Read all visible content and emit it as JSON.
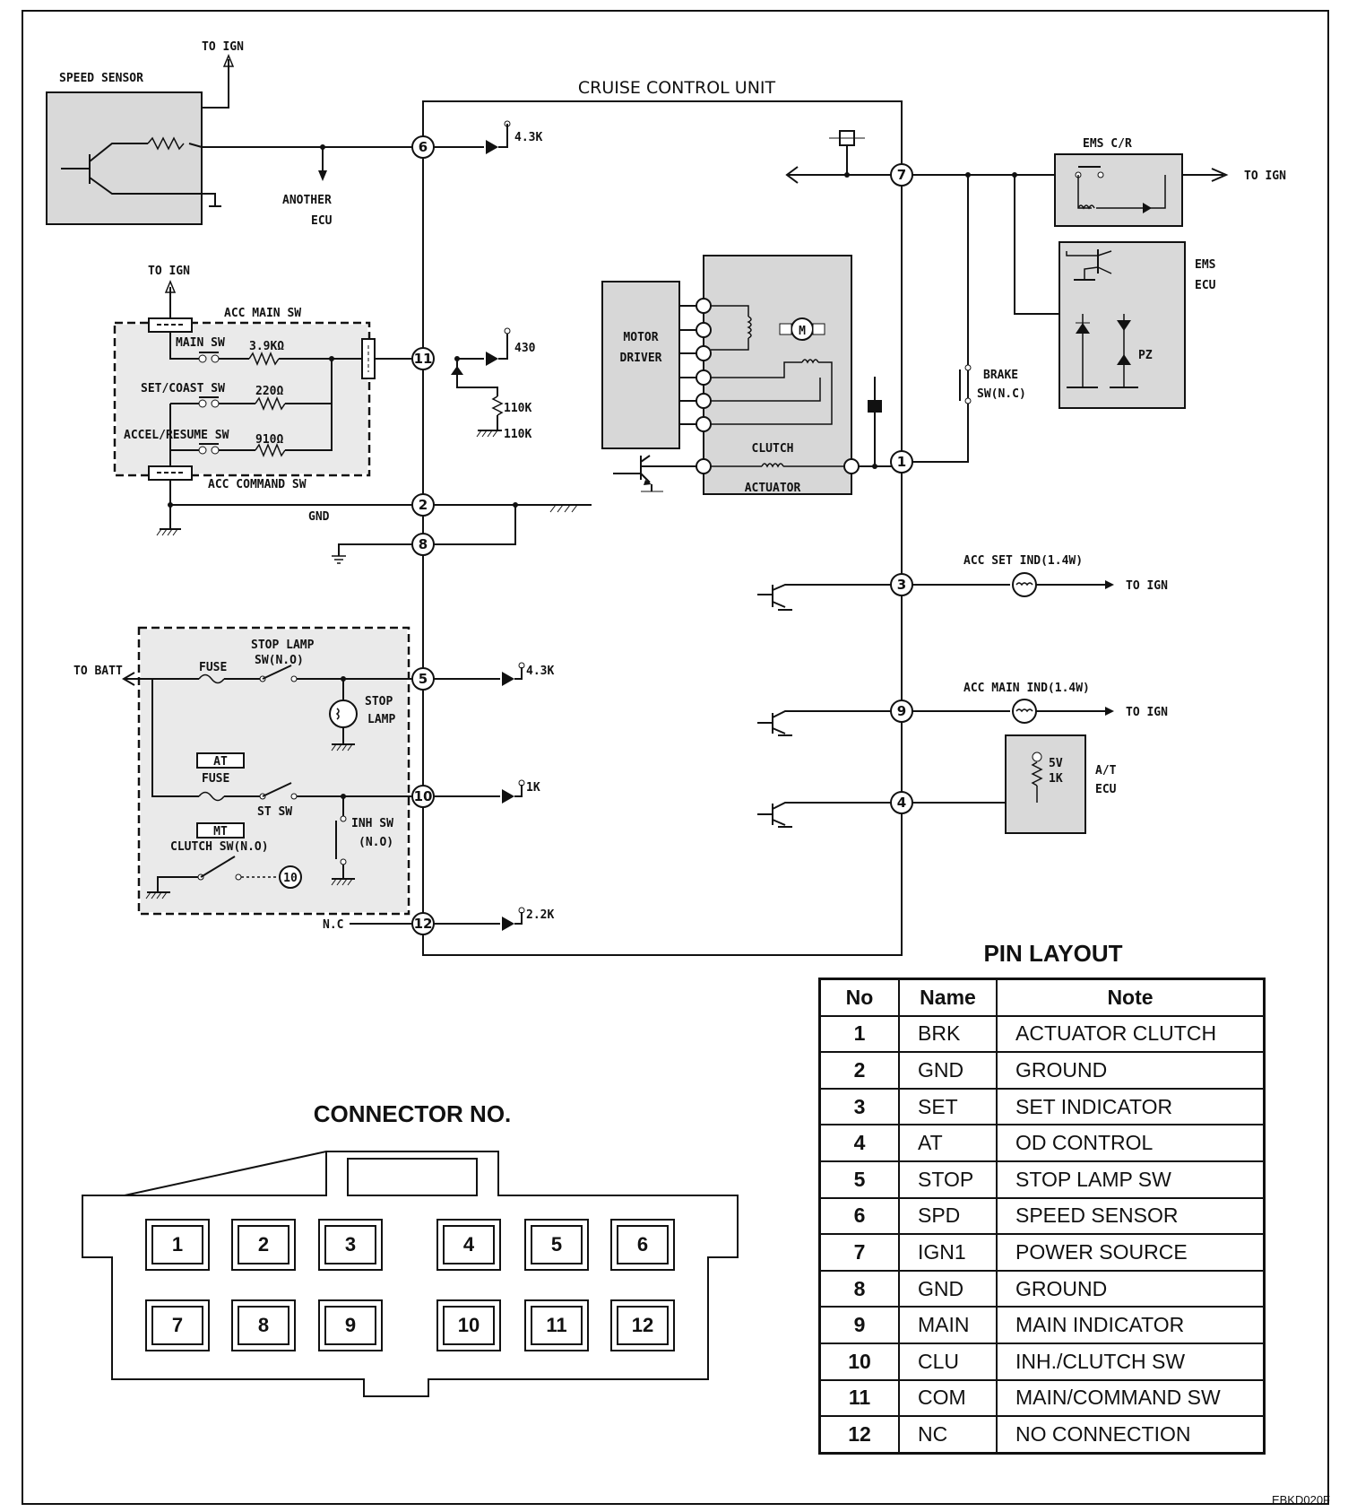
{
  "diagram": {
    "cruise_unit_title": "CRUISE CONTROL UNIT",
    "speed_sensor": {
      "title": "SPEED SENSOR",
      "to_ign": "TO IGN"
    },
    "another_ecu": [
      "ANOTHER",
      "ECU"
    ],
    "acc_main_sw": {
      "title": "ACC MAIN SW",
      "to_ign": "TO IGN",
      "main_sw": "MAIN SW",
      "main_res": "3.9KΩ",
      "set_coast": "SET/COAST SW",
      "set_res": "220Ω",
      "accel_resume": "ACCEL/RESUME SW",
      "accel_res": "910Ω",
      "command": "ACC COMMAND SW"
    },
    "gnd": "GND",
    "resistors": {
      "r6": "4.3K",
      "r11": "430",
      "r11b": "110K",
      "r11c": "110K",
      "r5": "4.3K",
      "r10": "1K",
      "r12": "2.2K"
    },
    "motor_driver": [
      "MOTOR",
      "DRIVER"
    ],
    "clutch_actuator": [
      "CLUTCH",
      "ACTUATOR"
    ],
    "motor": "M",
    "ems_cr": "EMS C/R",
    "to_ign_7": "TO IGN",
    "ems_ecu": [
      "EMS",
      "ECU"
    ],
    "pz": "PZ",
    "brake_sw": [
      "BRAKE",
      "SW(N.C)"
    ],
    "acc_set_ind": "ACC SET IND(1.4W)",
    "acc_main_ind": "ACC MAIN IND(1.4W)",
    "to_ign_3": "TO IGN",
    "to_ign_9": "TO IGN",
    "at_ecu": [
      "A/T",
      "ECU"
    ],
    "at_ecu_vals": [
      "5V",
      "1K"
    ],
    "lower_box": {
      "to_batt": "TO BATT",
      "fuse": "FUSE",
      "stop_lamp_sw": [
        "STOP LAMP",
        "SW(N.O)"
      ],
      "stop_lamp": [
        "STOP",
        "LAMP"
      ],
      "at": "AT",
      "fuse2": "FUSE",
      "st_sw": "ST SW",
      "mt": "MT",
      "clutch_sw": "CLUTCH SW(N.O)",
      "inh_sw": [
        "INH SW",
        "(N.O)"
      ],
      "ref10": "10"
    },
    "nc": "N.C",
    "pins": [
      "1",
      "2",
      "3",
      "4",
      "5",
      "6",
      "7",
      "8",
      "9",
      "10",
      "11",
      "12"
    ]
  },
  "pin_layout": {
    "title": "PIN LAYOUT",
    "headers": [
      "No",
      "Name",
      "Note"
    ],
    "rows": [
      [
        "1",
        "BRK",
        "ACTUATOR CLUTCH"
      ],
      [
        "2",
        "GND",
        "GROUND"
      ],
      [
        "3",
        "SET",
        "SET INDICATOR"
      ],
      [
        "4",
        "AT",
        "OD CONTROL"
      ],
      [
        "5",
        "STOP",
        "STOP LAMP SW"
      ],
      [
        "6",
        "SPD",
        "SPEED SENSOR"
      ],
      [
        "7",
        "IGN1",
        "POWER SOURCE"
      ],
      [
        "8",
        "GND",
        "GROUND"
      ],
      [
        "9",
        "MAIN",
        "MAIN INDICATOR"
      ],
      [
        "10",
        "CLU",
        "INH./CLUTCH SW"
      ],
      [
        "11",
        "COM",
        "MAIN/COMMAND SW"
      ],
      [
        "12",
        "NC",
        "NO CONNECTION"
      ]
    ]
  },
  "connector": {
    "title": "CONNECTOR NO.",
    "top_row": [
      "1",
      "2",
      "3",
      "4",
      "5",
      "6"
    ],
    "bottom_row": [
      "7",
      "8",
      "9",
      "10",
      "11",
      "12"
    ]
  },
  "footer_code": "EBKD020F"
}
